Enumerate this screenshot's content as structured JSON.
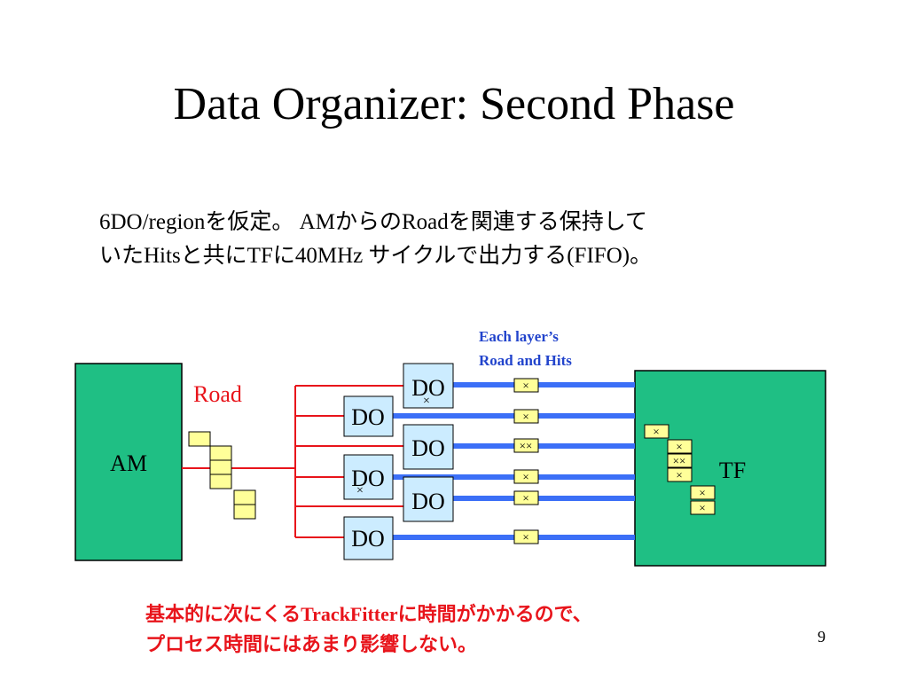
{
  "slide": {
    "title": "Data Organizer: Second Phase",
    "description_line1": "6DO/regionを仮定。 AMからのRoadを関連する保持して",
    "description_line2": "いたHitsと共にTFに40MHz サイクルで出力する(FIFO)。",
    "note_line1": "基本的に次にくるTrackFitterに時間がかかるので、",
    "note_line2": "プロセス時間にはあまり影響しない。",
    "page_number": "9"
  },
  "diagram": {
    "am_label": "AM",
    "tf_label": "TF",
    "road_label": "Road",
    "layer_label_1": "Each layer’s",
    "layer_label_2": "Road and Hits",
    "do_label": "DO",
    "hit_mark": "×",
    "hit_mark_double": "××",
    "colors": {
      "module_green": "#1fbf84",
      "do_box": "#ccecff",
      "road_red": "#e8141b",
      "bus_blue": "#3b6ff7",
      "hit_yellow": "#ffff99",
      "label_blue": "#2244cc"
    }
  }
}
